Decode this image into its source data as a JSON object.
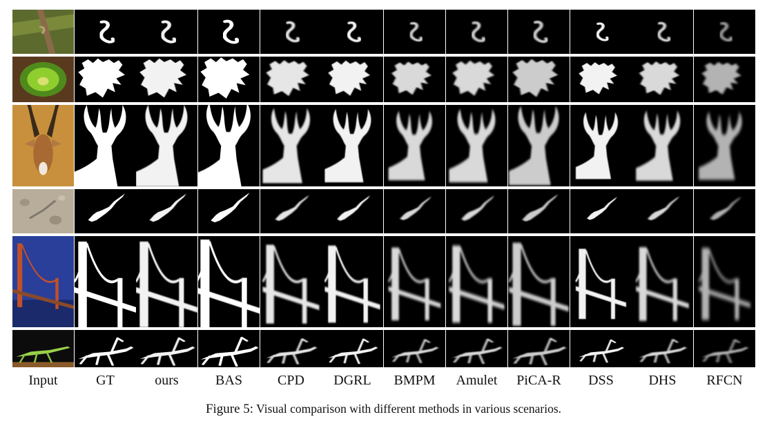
{
  "figure": {
    "columns": [
      {
        "key": "input",
        "label": "Input"
      },
      {
        "key": "gt",
        "label": "GT"
      },
      {
        "key": "ours",
        "label": "ours"
      },
      {
        "key": "bas",
        "label": "BAS"
      },
      {
        "key": "cpd",
        "label": "CPD"
      },
      {
        "key": "dgrl",
        "label": "DGRL"
      },
      {
        "key": "bmpm",
        "label": "BMPM"
      },
      {
        "key": "amulet",
        "label": "Amulet"
      },
      {
        "key": "pica",
        "label": "PiCA-R"
      },
      {
        "key": "dss",
        "label": "DSS"
      },
      {
        "key": "dhs",
        "label": "DHS"
      },
      {
        "key": "rfcn",
        "label": "RFCN"
      }
    ],
    "rows": [
      {
        "subject": "snake"
      },
      {
        "subject": "sea-anemone"
      },
      {
        "subject": "gazelle"
      },
      {
        "subject": "lizard"
      },
      {
        "subject": "golden-gate-bridge"
      },
      {
        "subject": "mantis"
      }
    ],
    "caption_number": "Figure 5:",
    "caption_text": "Visual comparison with different methods in various scenarios."
  }
}
